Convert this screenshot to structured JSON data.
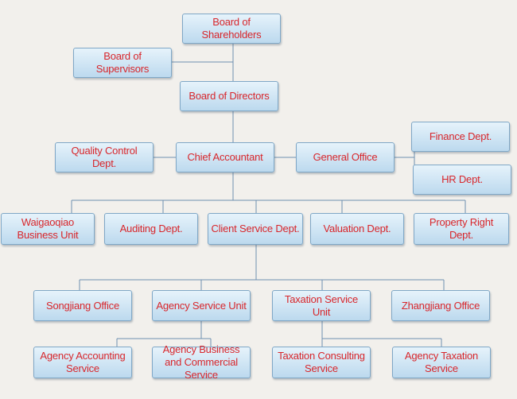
{
  "diagram": {
    "colors": {
      "text": "#d8262b",
      "line": "#6d8fb0",
      "box_border": "#7fa7c6"
    },
    "nodes": {
      "shareholders": "Board of Shareholders",
      "supervisors": "Board of Supervisors",
      "directors": "Board of Directors",
      "quality_control": "Quality Control Dept.",
      "chief_accountant": "Chief Accountant",
      "general_office": "General Office",
      "finance": "Finance Dept.",
      "hr": "HR Dept.",
      "waigaoqiao": "Waigaoqiao Business Unit",
      "auditing": "Auditing Dept.",
      "client_service": "Client Service Dept.",
      "valuation": "Valuation Dept.",
      "property_right": "Property Right Dept.",
      "songjiang": "Songjiang Office",
      "agency_service": "Agency Service Unit",
      "taxation_service": "Taxation Service Unit",
      "zhangjiang": "Zhangjiang Office",
      "agency_accounting": "Agency Accounting Service",
      "agency_business": "Agency Business and Commercial Service",
      "taxation_consulting": "Taxation Consulting Service",
      "agency_taxation": "Agency Taxation Service"
    }
  }
}
